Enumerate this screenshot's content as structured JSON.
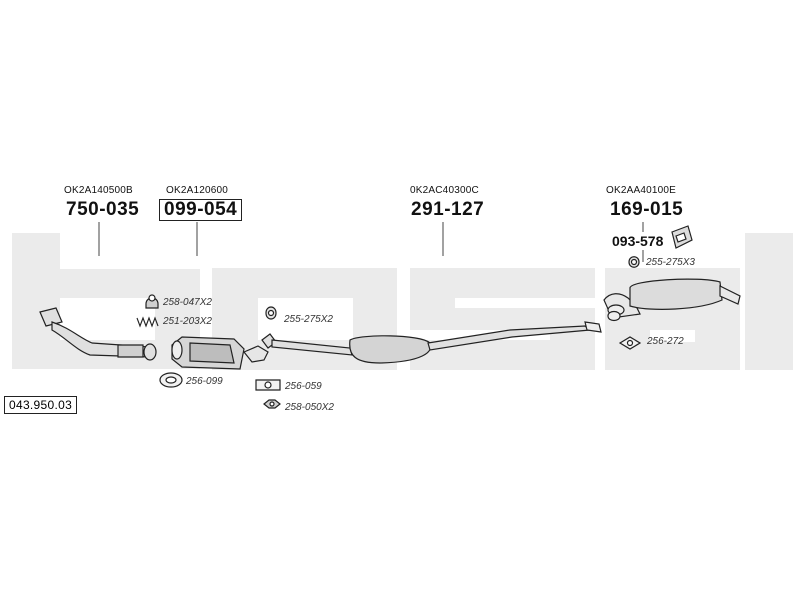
{
  "diagram_code": "043.950.03",
  "watermark": "bosal",
  "parts": [
    {
      "oem": "OK2A140500B",
      "number": "750-035",
      "boxed": false
    },
    {
      "oem": "OK2A120600",
      "number": "099-054",
      "boxed": true
    },
    {
      "oem": "0K2AC40300C",
      "number": "291-127",
      "boxed": false
    },
    {
      "oem": "OK2AA40100E",
      "number": "169-015",
      "boxed": false
    }
  ],
  "sub_part": "093-578",
  "accessories": [
    "258-047X2",
    "251-203X2",
    "256-099",
    "255-275X2",
    "256-059",
    "258-050X2",
    "255-275X3",
    "256-272"
  ],
  "icons": [
    "clamp-icon",
    "spring-icon",
    "gasket-ring-icon",
    "bracket-icon",
    "flange-gasket-icon",
    "nut-icon",
    "hanger-bracket-icon"
  ],
  "colors": {
    "watermark": "#ebebeb",
    "line": "#222222",
    "pipe_fill": "#e0e0e0"
  }
}
